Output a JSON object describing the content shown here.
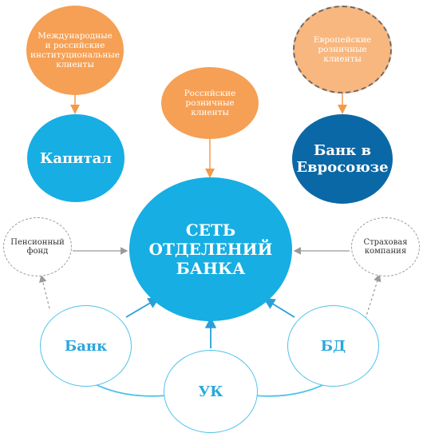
{
  "diagram": {
    "nodes": {
      "intl_clients": {
        "label": "Международные\nи российские\nинституциональные\nклиенты"
      },
      "ru_retail": {
        "label": "Российские\nрозничные\nклиенты"
      },
      "eu_retail": {
        "label": "Европейские\nрозничные\nклиенты"
      },
      "capital": {
        "label": "Капитал"
      },
      "eu_bank": {
        "label": "Банк в\nЕвросоюзе"
      },
      "network": {
        "label": "СЕТЬ\nОТДЕЛЕНИЙ\nБАНКА"
      },
      "pension": {
        "label": "Пенсионный\nфонд"
      },
      "insurance": {
        "label": "Страховая\nкомпания"
      },
      "bank": {
        "label": "Банк"
      },
      "uk": {
        "label": "УК"
      },
      "bd": {
        "label": "БД"
      }
    },
    "colors": {
      "orange": "#f5a055",
      "cyan": "#16aee3",
      "navy": "#0b68a6",
      "outline": "#4fc3ea",
      "arrow_blue": "#2a9fd6",
      "arrow_orange": "#f39a4a",
      "arrow_grey": "#9a9a9a"
    }
  }
}
